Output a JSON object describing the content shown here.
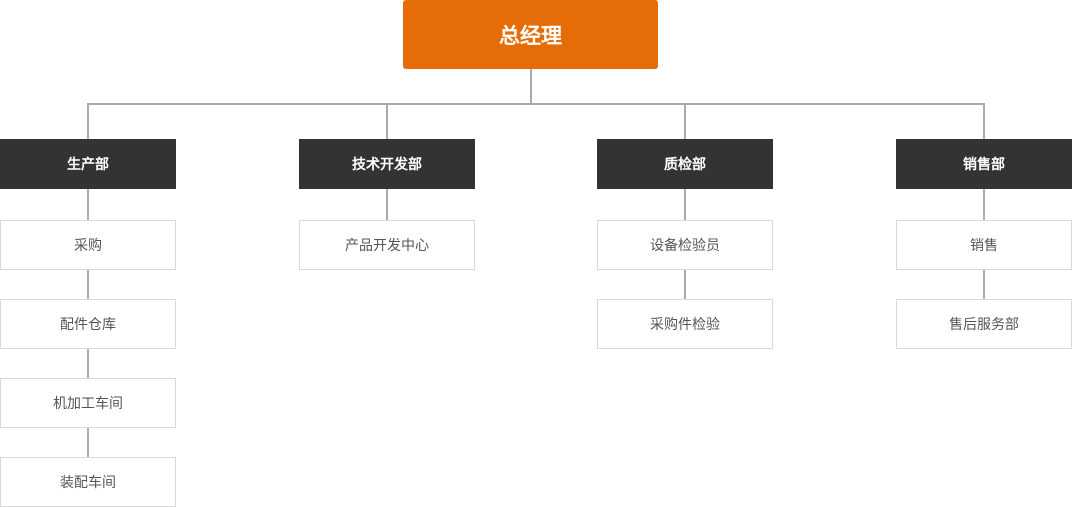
{
  "org_chart": {
    "root": {
      "label": "总经理"
    },
    "departments": [
      {
        "label": "生产部",
        "children": [
          "采购",
          "配件仓库",
          "机加工车间",
          "装配车间"
        ]
      },
      {
        "label": "技术开发部",
        "children": [
          "产品开发中心"
        ]
      },
      {
        "label": "质检部",
        "children": [
          "设备检验员",
          "采购件检验"
        ]
      },
      {
        "label": "销售部",
        "children": [
          "销售",
          "售后服务部"
        ]
      }
    ]
  },
  "colors": {
    "root_bg": "#e56c07",
    "dept_bg": "#333333",
    "sub_border": "#d9d9d9",
    "connector": "#aaaaaa"
  }
}
